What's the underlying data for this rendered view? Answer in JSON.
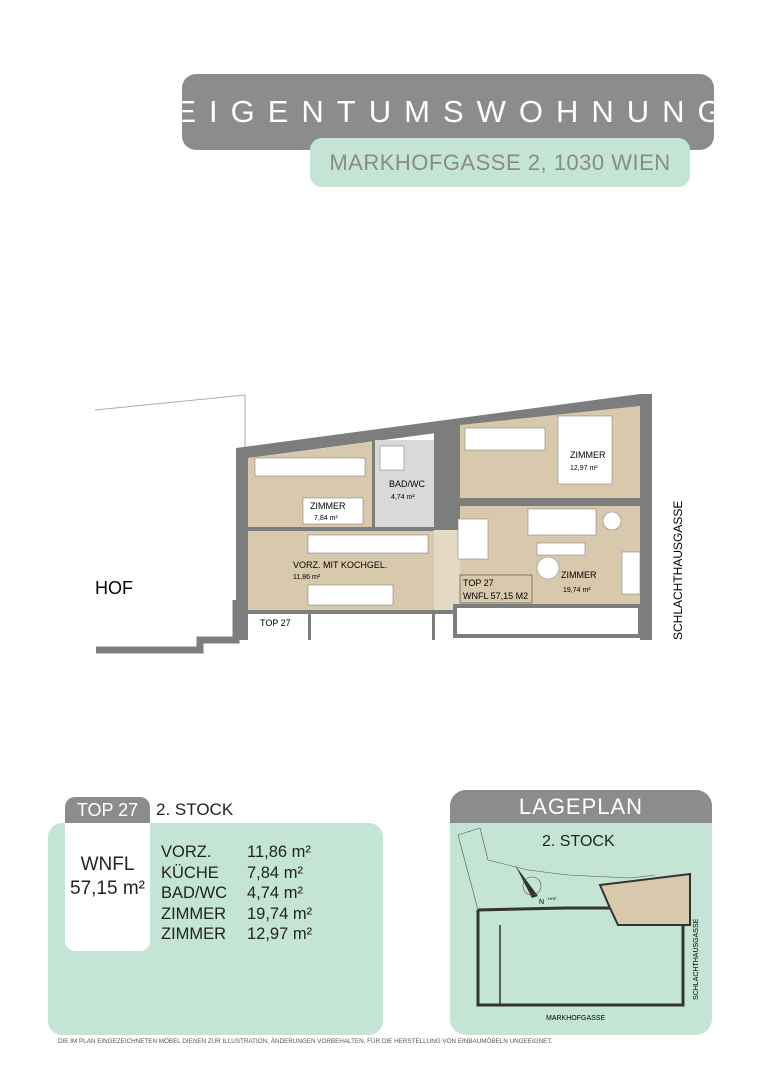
{
  "header": {
    "title": "EIGENTUMSWOHNUNG",
    "address": "MARKHOFGASSE 2, 1030 WIEN"
  },
  "plan": {
    "hof": "HOF",
    "street_right": "SCHLACHTHAUSGASSE",
    "entrance": "TOP 27",
    "rooms": [
      {
        "name": "ZIMMER",
        "area": "7,84 m²"
      },
      {
        "name": "BAD/WC",
        "area": "4,74 m²"
      },
      {
        "name": "ZIMMER",
        "area": "12,97 m²"
      },
      {
        "name": "VORZ. MIT KOCHGEL.",
        "area": "11,86 m²"
      },
      {
        "name": "ZIMMER",
        "area": "19,74 m²"
      }
    ],
    "unit_label": [
      "TOP 27",
      "WNFL 57,15 M2"
    ]
  },
  "summary": {
    "unit": "TOP 27",
    "floor": "2. STOCK",
    "wnfl_label": "WNFL",
    "wnfl_value": "57,15 m²",
    "rooms": [
      {
        "name": "VORZ.",
        "area": "11,86 m²"
      },
      {
        "name": "KÜCHE",
        "area": "7,84 m²"
      },
      {
        "name": "BAD/WC",
        "area": "4,74 m²"
      },
      {
        "name": "ZIMMER",
        "area": "19,74 m²"
      },
      {
        "name": "ZIMMER",
        "area": "12,97 m²"
      }
    ]
  },
  "lageplan": {
    "title": "LAGEPLAN",
    "floor": "2. STOCK",
    "hof": "HOF",
    "street_bottom": "MARKHOFGASSE",
    "street_right": "SCHLACHTHAUSGASSE",
    "north": "N"
  },
  "footer": "DIE IM PLAN EINGEZEICHNETEN MÖBEL DIENEN ZUR ILLUSTRATION, ÄNDERUNGEN VORBEHALTEN, FÜR DIE HERSTELLUNG VON EINBAUMÖBELN UNGEEIGNET.",
  "colors": {
    "grey": "#8c8c8c",
    "mint": "#c4e5d6",
    "floor": "#d8c8ac",
    "wall": "#7d7d7d"
  }
}
